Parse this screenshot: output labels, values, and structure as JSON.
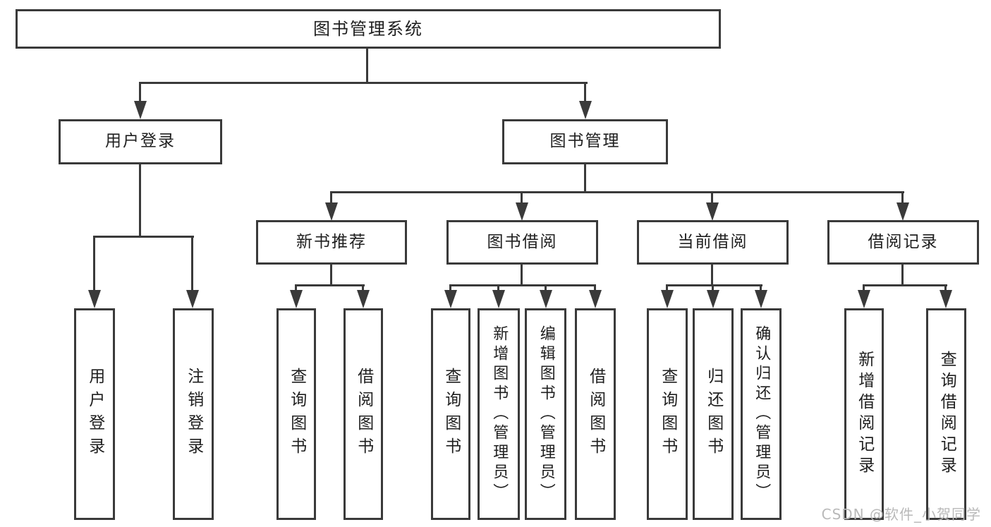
{
  "tree": {
    "label": "图书管理系统",
    "children": [
      {
        "label": "用户登录",
        "children": [
          {
            "label": "用户登录"
          },
          {
            "label": "注销登录"
          }
        ]
      },
      {
        "label": "图书管理",
        "children": [
          {
            "label": "新书推荐",
            "children": [
              {
                "label": "查询图书"
              },
              {
                "label": "借阅图书"
              }
            ]
          },
          {
            "label": "图书借阅",
            "children": [
              {
                "label": "查询图书"
              },
              {
                "label": "新增图书（管理员）"
              },
              {
                "label": "编辑图书（管理员）"
              },
              {
                "label": "借阅图书"
              }
            ]
          },
          {
            "label": "当前借阅",
            "children": [
              {
                "label": "查询图书"
              },
              {
                "label": "归还图书"
              },
              {
                "label": "确认归还（管理员）"
              }
            ]
          },
          {
            "label": "借阅记录",
            "children": [
              {
                "label": "新增借阅记录"
              },
              {
                "label": "查询借阅记录"
              }
            ]
          }
        ]
      }
    ]
  },
  "watermark": {
    "text": "CSDN @软件_小贺同学"
  },
  "colors": {
    "line": "#3a3a3a",
    "text": "#1f1f1f",
    "background": "#ffffff",
    "watermark": "#b9b9b9"
  }
}
